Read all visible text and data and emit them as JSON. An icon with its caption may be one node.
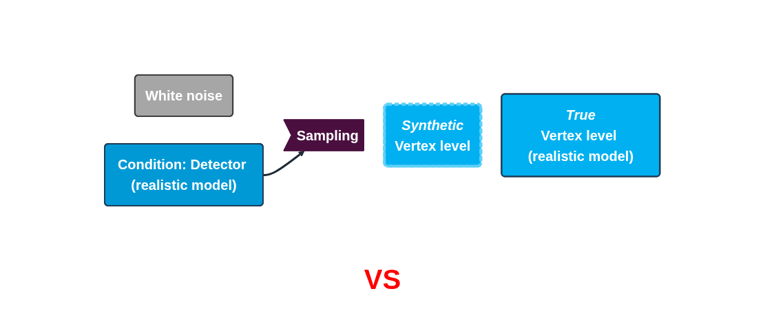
{
  "diagram": {
    "nodes": [
      {
        "text": [
          "White noise"
        ]
      },
      {
        "text": [
          "Sampling"
        ]
      },
      {
        "text": [
          "Synthetic",
          "Vertex level"
        ]
      },
      {
        "text": [
          "True",
          "Vertex level (realistic model)"
        ]
      },
      {
        "text": [
          "Condition: Detector (realistic model)"
        ]
      }
    ],
    "edges": [
      {
        "from": 4,
        "to": 1,
        "arrow": "to"
      }
    ],
    "labels": [
      "VS"
    ]
  }
}
